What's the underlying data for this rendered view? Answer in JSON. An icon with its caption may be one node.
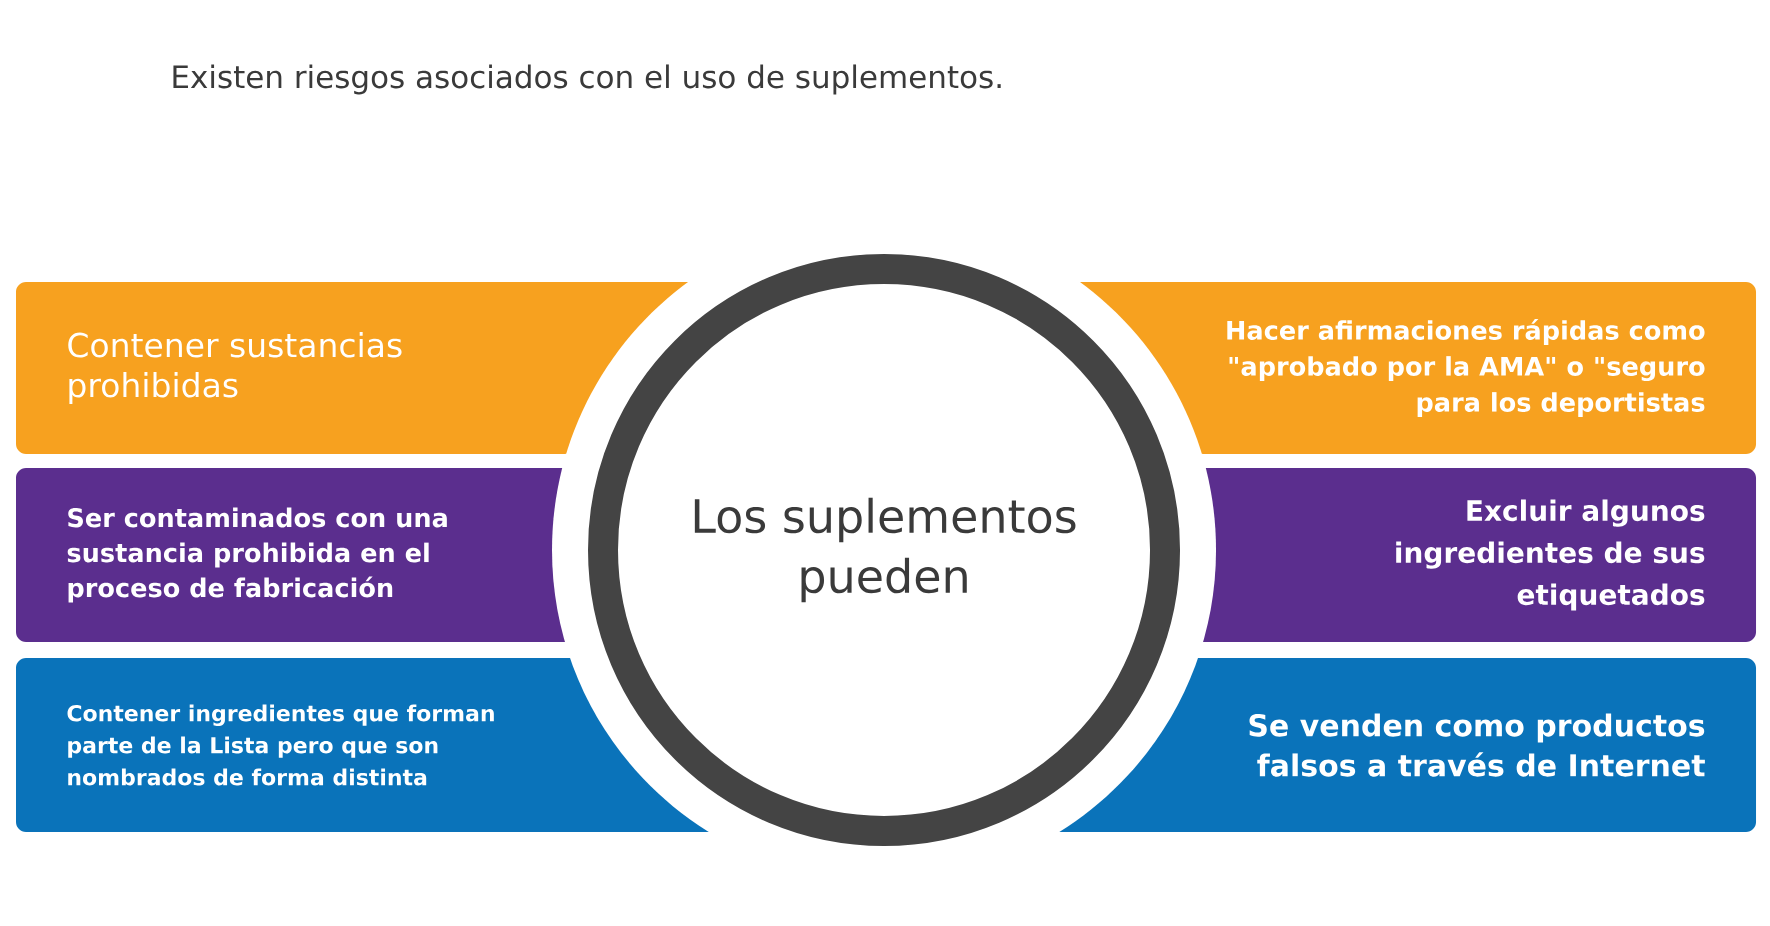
{
  "diagram": {
    "title": "Existen riesgos asociados con el uso de suplementos.",
    "nodes": [
      {
        "text": [
          "Los suplementos pueden"
        ]
      },
      {
        "text": [
          "Contener sustancias prohibidas"
        ]
      },
      {
        "text": [
          "Hacer afirmaciones rápidas como \"aprobado por la AMA\" o \"seguro para los deportistas"
        ]
      },
      {
        "text": [
          "Ser contaminados con una sustancia prohibida en el proceso de fabricación"
        ]
      },
      {
        "text": [
          "Excluir algunos ingredientes de sus etiquetados"
        ]
      },
      {
        "text": [
          "Contener ingredientes que forman parte de la Lista pero que son nombrados de forma distinta"
        ]
      },
      {
        "text": [
          "Se venden como productos falsos a través de Internet"
        ]
      }
    ]
  }
}
